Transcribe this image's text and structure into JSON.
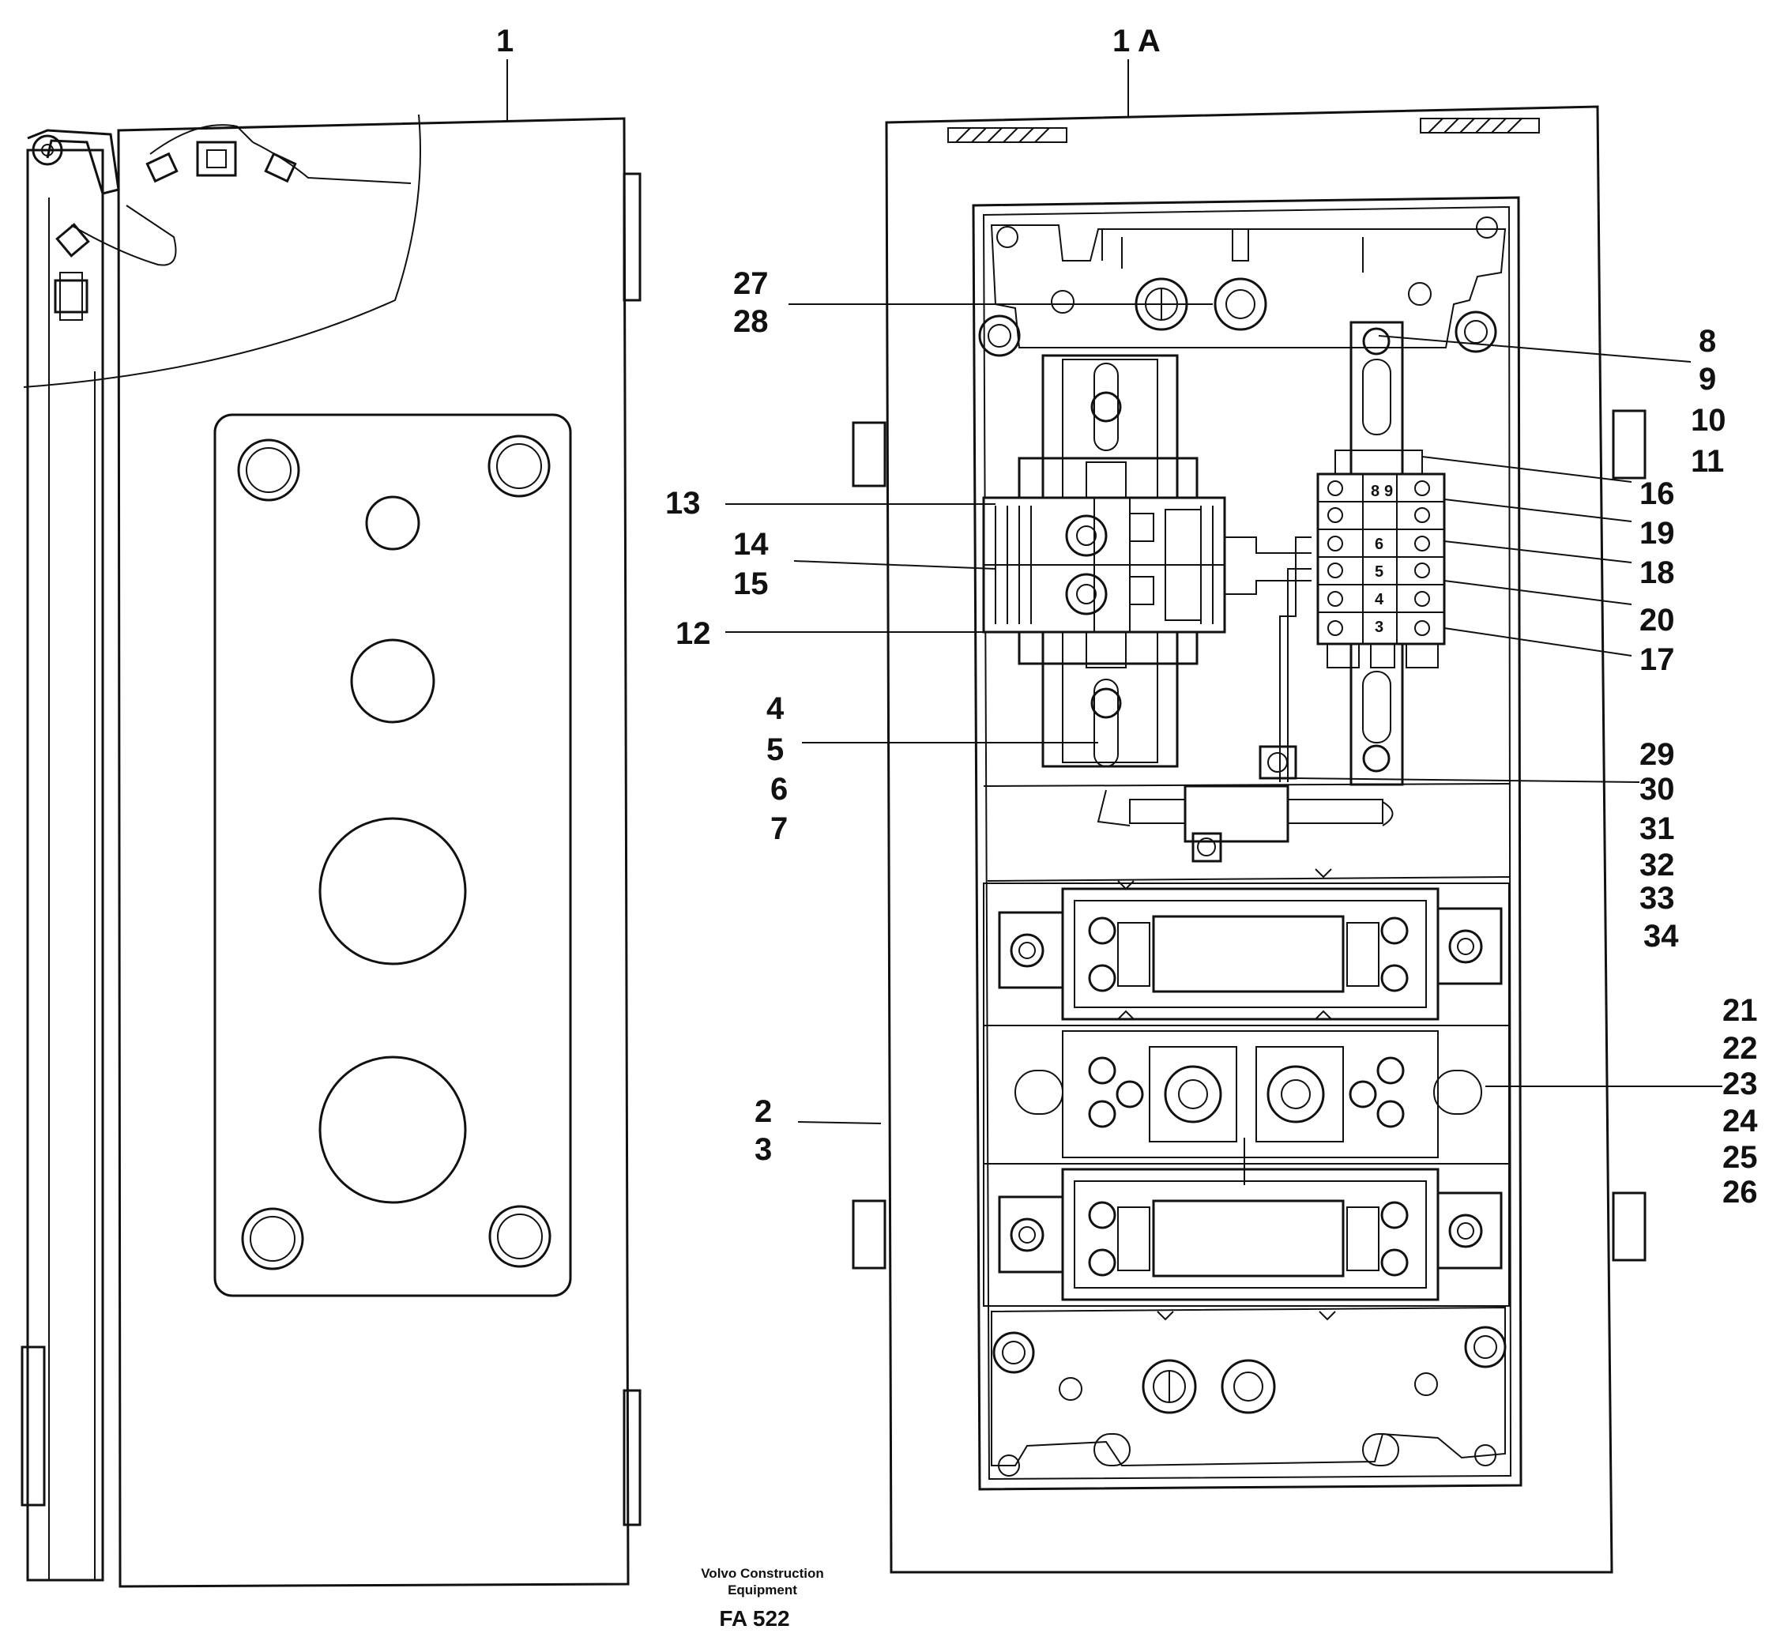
{
  "figure": {
    "view_labels": {
      "side": "1",
      "front": "1 A"
    },
    "callouts": {
      "c27_28": [
        "27",
        "28"
      ],
      "c8_11": [
        "8",
        "9",
        "10",
        "11"
      ],
      "c13": [
        "13"
      ],
      "c14_15": [
        "14",
        "15"
      ],
      "c12": [
        "12"
      ],
      "c16": [
        "16"
      ],
      "c19": [
        "19"
      ],
      "c18": [
        "18"
      ],
      "c20": [
        "20"
      ],
      "c17": [
        "17"
      ],
      "c4_7": [
        "4",
        "5",
        "6",
        "7"
      ],
      "c29_34": [
        "29",
        "30",
        "31",
        "32",
        "33",
        "34"
      ],
      "c21_26": [
        "21",
        "22",
        "23",
        "24",
        "25",
        "26"
      ],
      "c2_3": [
        "2",
        "3"
      ]
    },
    "terminal_numbers": [
      "8",
      "9",
      "6",
      "5",
      "4",
      "3"
    ],
    "caption": {
      "line1": "Volvo Construction",
      "line2": "Equipment",
      "code": "FA 522"
    }
  }
}
